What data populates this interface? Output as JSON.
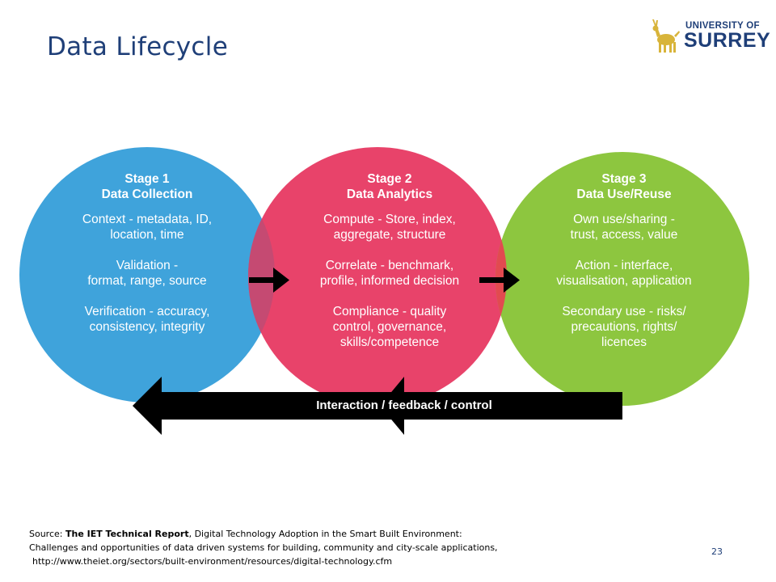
{
  "slide": {
    "title": "Data Lifecycle",
    "page_number": "23"
  },
  "logo": {
    "line1": "UNIVERSITY OF",
    "line2": "SURREY"
  },
  "stages": [
    {
      "heading1": "Stage 1",
      "heading2": "Data Collection",
      "lines": [
        "Context - metadata, ID,",
        "location, time",
        "Validation -",
        "format, range, source",
        "Verification - accuracy,",
        "consistency, integrity"
      ],
      "color": "#3fa3db"
    },
    {
      "heading1": "Stage 2",
      "heading2": "Data Analytics",
      "lines": [
        "Compute - Store, index,",
        "aggregate, structure",
        "Correlate - benchmark,",
        "profile, informed decision",
        "Compliance - quality",
        "control, governance,",
        "skills/competence"
      ],
      "color": "#e8436a"
    },
    {
      "heading1": "Stage 3",
      "heading2": "Data Use/Reuse",
      "lines": [
        "Own use/sharing -",
        "trust, access, value",
        "Action - interface,",
        "visualisation, application",
        "Secondary use - risks/",
        "precautions, rights/",
        "licences"
      ],
      "color": "#8dc63f"
    }
  ],
  "feedback": {
    "label": "Interaction / feedback / control"
  },
  "source": {
    "prefix": "Source: ",
    "report": "The IET Technical Report",
    "rest1": ", Digital Technology Adoption in the Smart Built Environment:",
    "line2": "Challenges and opportunities of data driven systems for building, community and city-scale applications,",
    "url": "http://www.theiet.org/sectors/built-environment/resources/digital-technology.cfm"
  },
  "colors": {
    "title": "#1f3f78",
    "logo_gold": "#d8b43a",
    "overlap_12": "#c54a72",
    "overlap_23": "#e24a50",
    "arrow": "#000000"
  }
}
